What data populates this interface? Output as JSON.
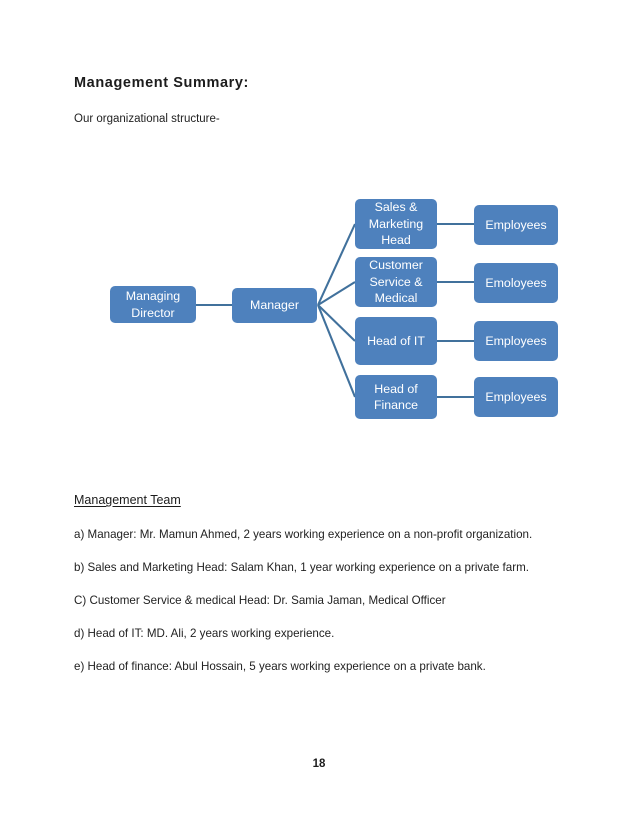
{
  "document": {
    "heading": "Management Summary:",
    "subheading": "Our organizational structure-",
    "section_title": "Management Team",
    "page_number": "18"
  },
  "colors": {
    "node_fill": "#4E81BD",
    "connector": "#41719C",
    "node_text": "#FFFFFF",
    "body_text": "#222222",
    "page_background": "#FFFFFF"
  },
  "org_chart": {
    "type": "hierarchy",
    "levels": [
      {
        "name": "level-1",
        "nodes": [
          {
            "id": "managing-director",
            "label": "Managing Director"
          },
          {
            "id": "manager",
            "label": "Manager"
          }
        ]
      },
      {
        "name": "level-2",
        "nodes": [
          {
            "id": "sales-marketing-head",
            "label": "Sales & Marketing Head"
          },
          {
            "id": "customer-service-medical",
            "label": "Customer Service & Medical"
          },
          {
            "id": "head-of-it",
            "label": "Head of IT"
          },
          {
            "id": "head-of-finance",
            "label": "Head of Finance"
          }
        ]
      },
      {
        "name": "level-3",
        "nodes": [
          {
            "id": "employees-1",
            "label": "Employees"
          },
          {
            "id": "employees-2",
            "label": "Emoloyees"
          },
          {
            "id": "employees-3",
            "label": "Employees"
          },
          {
            "id": "employees-4",
            "label": "Employees"
          }
        ]
      }
    ],
    "node_labels": {
      "managing_director_line1": "Managing",
      "managing_director_line2": "Director",
      "manager": "Manager",
      "sales_line1": "Sales &",
      "sales_line2": "Marketing",
      "sales_line3": "Head",
      "cs_line1": "Customer",
      "cs_line2": "Service &",
      "cs_line3": "Medical",
      "head_of_it": "Head of IT",
      "finance_line1": "Head of",
      "finance_line2": "Finance",
      "employees_1": "Employees",
      "employees_2": "Emoloyees",
      "employees_3": "Employees",
      "employees_4": "Employees"
    },
    "edges": [
      {
        "from": "managing-director",
        "to": "manager"
      },
      {
        "from": "manager",
        "to": "sales-marketing-head"
      },
      {
        "from": "manager",
        "to": "customer-service-medical"
      },
      {
        "from": "manager",
        "to": "head-of-it"
      },
      {
        "from": "manager",
        "to": "head-of-finance"
      },
      {
        "from": "sales-marketing-head",
        "to": "employees-1"
      },
      {
        "from": "customer-service-medical",
        "to": "employees-2"
      },
      {
        "from": "head-of-it",
        "to": "employees-3"
      },
      {
        "from": "head-of-finance",
        "to": "employees-4"
      }
    ]
  },
  "management_team": [
    "a) Manager: Mr. Mamun Ahmed, 2 years working experience on a non-profit organization.",
    "b) Sales and Marketing Head: Salam Khan, 1 year working experience on a private farm.",
    "C) Customer Service & medical Head: Dr. Samia Jaman, Medical Officer",
    "d) Head of IT: MD. Ali, 2 years working experience.",
    "e) Head of finance: Abul Hossain, 5 years working experience on a private bank."
  ]
}
